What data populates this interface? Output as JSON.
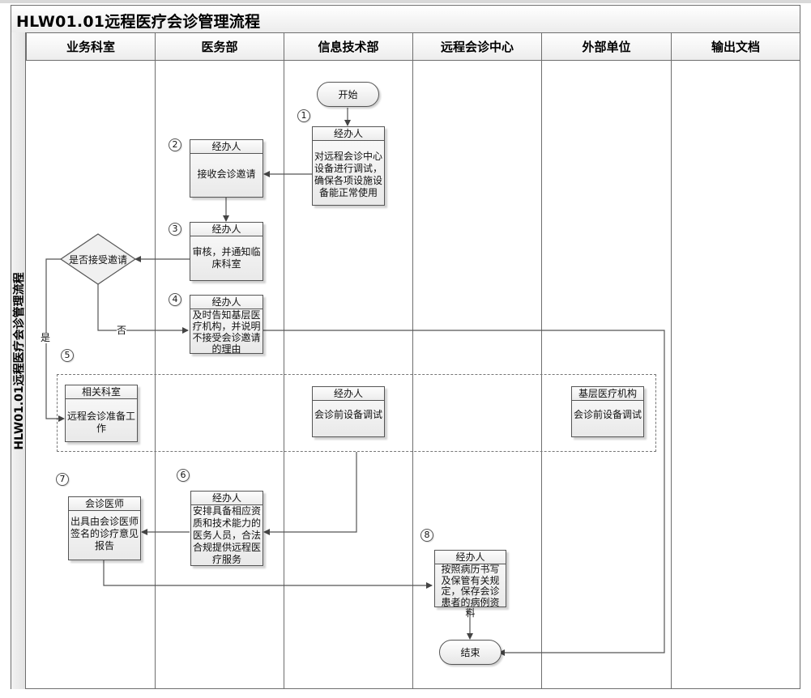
{
  "diagram": {
    "title": "HLW01.01远程医疗会诊管理流程",
    "side_label": "HLW01.01远程医疗会诊管理流程",
    "lanes": [
      {
        "label": "业务科室"
      },
      {
        "label": "医务部"
      },
      {
        "label": "信息技术部"
      },
      {
        "label": "远程会诊中心"
      },
      {
        "label": "外部单位"
      },
      {
        "label": "输出文档"
      }
    ],
    "start": {
      "label": "开始"
    },
    "end": {
      "label": "结束"
    },
    "steps": [
      {
        "number": "1",
        "role": "经办人",
        "text": "对远程会诊中心设备进行调试，确保各项设施设备能正常使用",
        "lane": "信息技术部"
      },
      {
        "number": "2",
        "role": "经办人",
        "text": "接收会诊邀请",
        "lane": "医务部"
      },
      {
        "number": "3",
        "role": "经办人",
        "text": "审核，并通知临床科室",
        "lane": "医务部"
      },
      {
        "number": "4",
        "role": "经办人",
        "text": "及时告知基层医疗机构，并说明不接受会诊邀请的理由",
        "lane": "医务部"
      },
      {
        "number": "5",
        "role": "",
        "text": "",
        "lane": "业务科室"
      },
      {
        "number": "6",
        "role": "经办人",
        "text": "安排具备相应资质和技术能力的医务人员，合法合规提供远程医疗服务",
        "lane": "医务部"
      },
      {
        "number": "7",
        "role": "会诊医师",
        "text": "出具由会诊医师签名的诊疗意见报告",
        "lane": "业务科室"
      },
      {
        "number": "8",
        "role": "经办人",
        "text": "按照病历书写及保管有关规定，保存会诊患者的病例资料",
        "lane": "远程会诊中心"
      }
    ],
    "group5_boxes": [
      {
        "role": "相关科室",
        "text": "远程会诊准备工作"
      },
      {
        "role": "经办人",
        "text": "会诊前设备调试"
      },
      {
        "role": "基层医疗机构",
        "text": "会诊前设备调试"
      }
    ],
    "decision": {
      "text": "是否接受邀请",
      "yes_label": "是",
      "no_label": "否"
    }
  }
}
